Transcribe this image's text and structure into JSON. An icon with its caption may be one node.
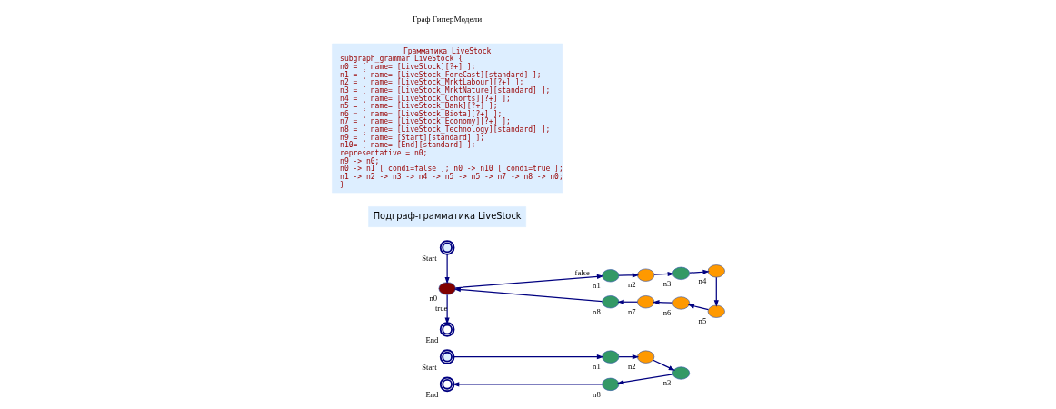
{
  "diagram": {
    "nodes": [
      {
        "text": [],
        "shape": "circle",
        "beside": [
          "Start"
        ]
      },
      {
        "text": [],
        "shape": "circle",
        "beside": [
          "n1"
        ]
      },
      {
        "text": [],
        "shape": "circle",
        "beside": [
          "n2"
        ]
      },
      {
        "text": [],
        "shape": "circle",
        "beside": [
          "n3"
        ]
      },
      {
        "text": [],
        "shape": "circle",
        "beside": [
          "n8"
        ]
      },
      {
        "text": [],
        "shape": "circle",
        "beside": [
          "End"
        ]
      },
      {
        "text": [],
        "shape": "circle",
        "beside": [
          "Start"
        ]
      },
      {
        "text": [],
        "shape": "circle",
        "beside": [
          "n0"
        ]
      },
      {
        "text": [],
        "shape": "circle",
        "beside": [
          "n1"
        ]
      },
      {
        "text": [],
        "shape": "circle",
        "beside": [
          "n2"
        ]
      },
      {
        "text": [],
        "shape": "circle",
        "beside": [
          "n3"
        ]
      },
      {
        "text": [],
        "shape": "circle",
        "beside": [
          "n4"
        ]
      },
      {
        "text": [],
        "shape": "circle",
        "beside": [
          "n5"
        ]
      },
      {
        "text": [],
        "shape": "circle",
        "beside": [
          "n6"
        ]
      },
      {
        "text": [],
        "shape": "circle",
        "beside": [
          "n7"
        ]
      },
      {
        "text": [],
        "shape": "circle",
        "beside": [
          "n8"
        ]
      },
      {
        "text": [],
        "shape": "circle",
        "beside": [
          "End"
        ]
      },
      {
        "text": [
          "Подграф-грамматика LiveStock"
        ]
      },
      {
        "text": [
          "Грамматика LiveStock",
          "subgraph_grammar LiveStock {",
          "n0 = [ name= [LiveStock][?+] ];",
          "n1 = [ name= [LiveStock_ForeCast][standard] ];",
          "n2 = [ name= [LiveStock_MrktLabour][?+] ];",
          "n3 = [ name= [LiveStock_MrktNature][standard] ];",
          "n4 = [ name= [LiveStock_Cohorts][?+] ];",
          "n5 = [ name= [LiveStock_Bank][?+] ];",
          "n6 = [ name= [LiveStock_Biota][?+] ];",
          "n7 = [ name= [LiveStock_Economy][?+] ];",
          "n8 = [ name= [LiveStock_Technology][standard] ];",
          "n9 = [ name= [Start][standard] ];",
          "n10= [ name= [End][standard] ];",
          "representative = n0;",
          "n9 -> n0;",
          "n0 -> n1 [ condi=false ]; n0 -> n10 [ condi=true ];",
          "n1 -> n2 -> n3 -> n4 -> n5 -> n5 -> n7 -> n8 -> n0;",
          "}"
        ]
      }
    ],
    "edges": [
      {
        "from": 0,
        "to": 1,
        "arrow": "to"
      },
      {
        "from": 1,
        "to": 2,
        "arrow": "to"
      },
      {
        "from": 2,
        "to": 3,
        "arrow": "to"
      },
      {
        "from": 3,
        "to": 4,
        "arrow": "to"
      },
      {
        "from": 4,
        "to": 5,
        "arrow": "to"
      },
      {
        "from": 6,
        "to": 7,
        "arrow": "to"
      },
      {
        "from": 7,
        "to": 8,
        "arrow": "to",
        "label": "false"
      },
      {
        "from": 8,
        "to": 9,
        "arrow": "to"
      },
      {
        "from": 9,
        "to": 10,
        "arrow": "to"
      },
      {
        "from": 10,
        "to": 11,
        "arrow": "to"
      },
      {
        "from": 11,
        "to": 12,
        "arrow": "to"
      },
      {
        "from": 12,
        "to": 13,
        "arrow": "to"
      },
      {
        "from": 13,
        "to": 14,
        "arrow": "to"
      },
      {
        "from": 14,
        "to": 15,
        "arrow": "to"
      },
      {
        "from": 15,
        "to": 7,
        "arrow": "to"
      },
      {
        "from": 7,
        "to": 16,
        "arrow": "to",
        "label": "true"
      }
    ],
    "labels": [
      "Граф ГиперМодели"
    ]
  }
}
